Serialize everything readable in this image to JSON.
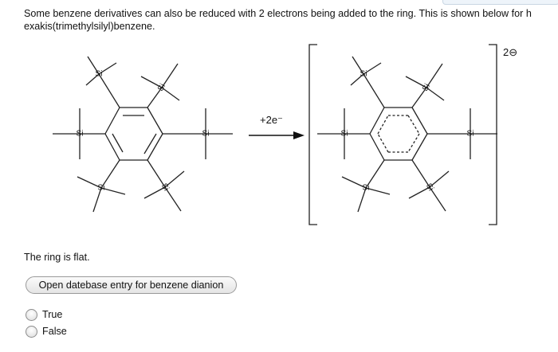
{
  "question": {
    "intro": "Some benzene derivatives can also be reduced with 2 electrons being added to the ring. This is shown below for h exakis(trimethylsilyl)benzene.",
    "statement": "The ring is flat.",
    "db_button_label": "Open datebase entry for benzene dianion",
    "options": [
      {
        "label": "True",
        "selected": false
      },
      {
        "label": "False",
        "selected": false
      }
    ]
  },
  "figure": {
    "silicon_label": "Si",
    "reaction_label": "+2e⁻",
    "charge_label": "2⊖"
  }
}
